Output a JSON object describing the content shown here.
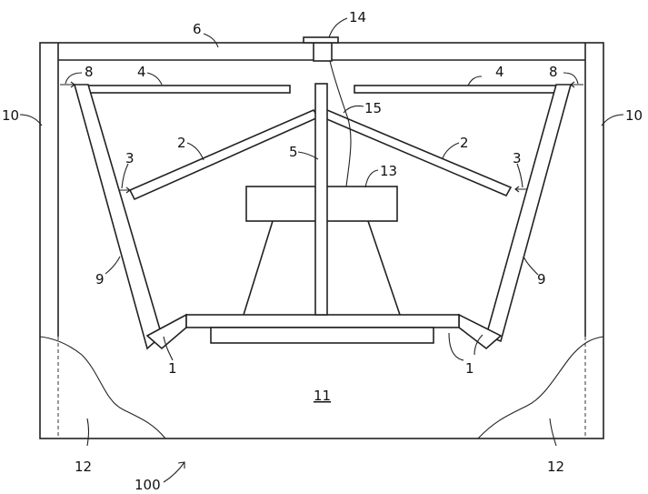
{
  "diagram": {
    "labels": {
      "l1a": "1",
      "l1b": "1",
      "l2a": "2",
      "l2b": "2",
      "l3a": "3",
      "l3b": "3",
      "l4a": "4",
      "l4b": "4",
      "l5": "5",
      "l6": "6",
      "l8a": "8",
      "l8b": "8",
      "l9a": "9",
      "l9b": "9",
      "l10a": "10",
      "l10b": "10",
      "l11": "11",
      "l12a": "12",
      "l12b": "12",
      "l13": "13",
      "l14": "14",
      "l15": "15",
      "l100": "100"
    }
  }
}
